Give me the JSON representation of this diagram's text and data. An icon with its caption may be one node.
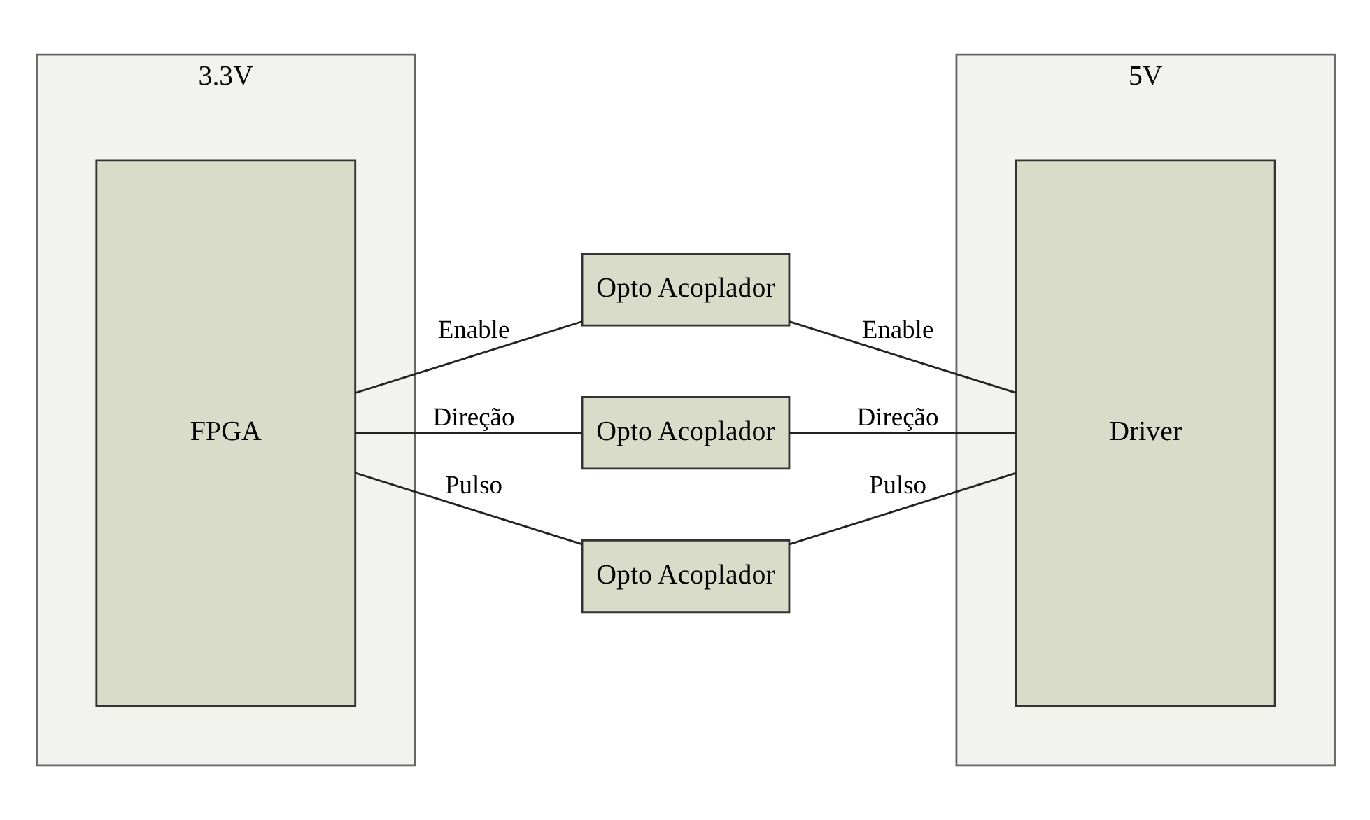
{
  "diagram": {
    "nodes": [
      {
        "text": [
          "3.3V"
        ]
      },
      {
        "text": [
          "5V"
        ]
      },
      {
        "text": [
          "FPGA"
        ],
        "in": 0
      },
      {
        "text": [
          "Driver"
        ],
        "in": 1
      },
      {
        "text": [
          "Opto Acoplador"
        ]
      },
      {
        "text": [
          "Opto Acoplador"
        ]
      },
      {
        "text": [
          "Opto Acoplador"
        ]
      }
    ],
    "edges": [
      {
        "from": 2,
        "to": 4,
        "arrow": "none",
        "label": "Enable"
      },
      {
        "from": 2,
        "to": 5,
        "arrow": "none",
        "label": "Direção"
      },
      {
        "from": 2,
        "to": 6,
        "arrow": "none",
        "label": "Pulso"
      },
      {
        "from": 4,
        "to": 3,
        "arrow": "none",
        "label": "Enable"
      },
      {
        "from": 5,
        "to": 3,
        "arrow": "none",
        "label": "Direção"
      },
      {
        "from": 6,
        "to": 3,
        "arrow": "none",
        "label": "Pulso"
      }
    ]
  }
}
